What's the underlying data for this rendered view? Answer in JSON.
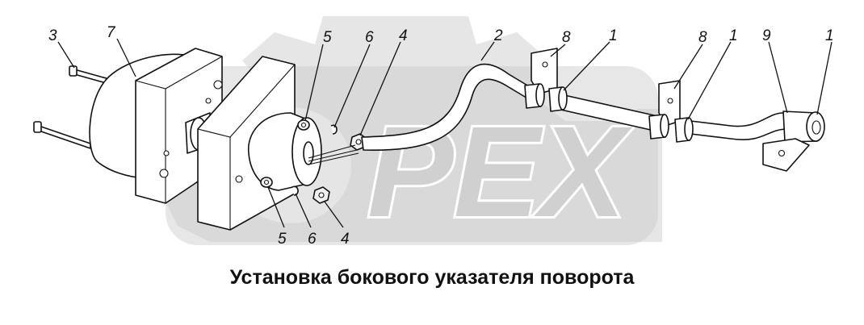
{
  "watermark": {
    "text": "PEX",
    "color": "#e6e6e6"
  },
  "callouts": [
    {
      "id": "c-3",
      "text": "3"
    },
    {
      "id": "c-7",
      "text": "7"
    },
    {
      "id": "c-5-top",
      "text": "5"
    },
    {
      "id": "c-6-top",
      "text": "6"
    },
    {
      "id": "c-4-top",
      "text": "4"
    },
    {
      "id": "c-2",
      "text": "2"
    },
    {
      "id": "c-8-left",
      "text": "8"
    },
    {
      "id": "c-1-a",
      "text": "1"
    },
    {
      "id": "c-8-right",
      "text": "8"
    },
    {
      "id": "c-1-b",
      "text": "1"
    },
    {
      "id": "c-9",
      "text": "9"
    },
    {
      "id": "c-1-c",
      "text": "1"
    },
    {
      "id": "c-5-bottom",
      "text": "5"
    },
    {
      "id": "c-6-bottom",
      "text": "6"
    },
    {
      "id": "c-4-bottom",
      "text": "4"
    }
  ],
  "caption": "Установка бокового указателя поворота"
}
